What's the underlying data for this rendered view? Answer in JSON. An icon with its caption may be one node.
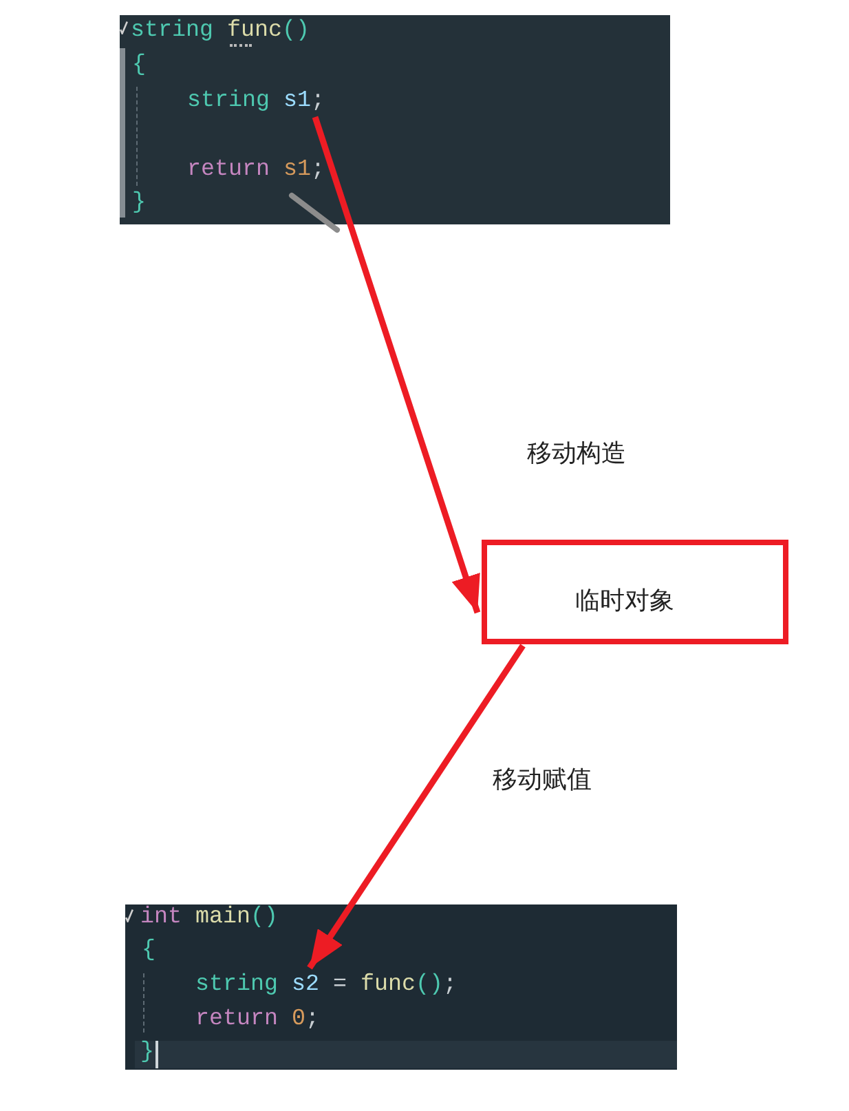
{
  "diagram": {
    "nodes": [
      {
        "text": [
          "string func()",
          "{",
          "return s1;",
          "}"
        ]
      },
      {
        "text": [
          "string s1;"
        ],
        "in": 0
      },
      {
        "text": [
          "临时对象"
        ]
      },
      {
        "text": [
          "int main()",
          "{",
          "return 0;",
          "}"
        ]
      },
      {
        "text": [
          "string s2 = func();"
        ],
        "in": 3
      }
    ],
    "edges": [
      {
        "from": 1,
        "to": 2,
        "arrow": "to",
        "label": "移动构造"
      },
      {
        "from": 2,
        "to": 4,
        "arrow": "to",
        "label": "移动赋值"
      }
    ]
  }
}
